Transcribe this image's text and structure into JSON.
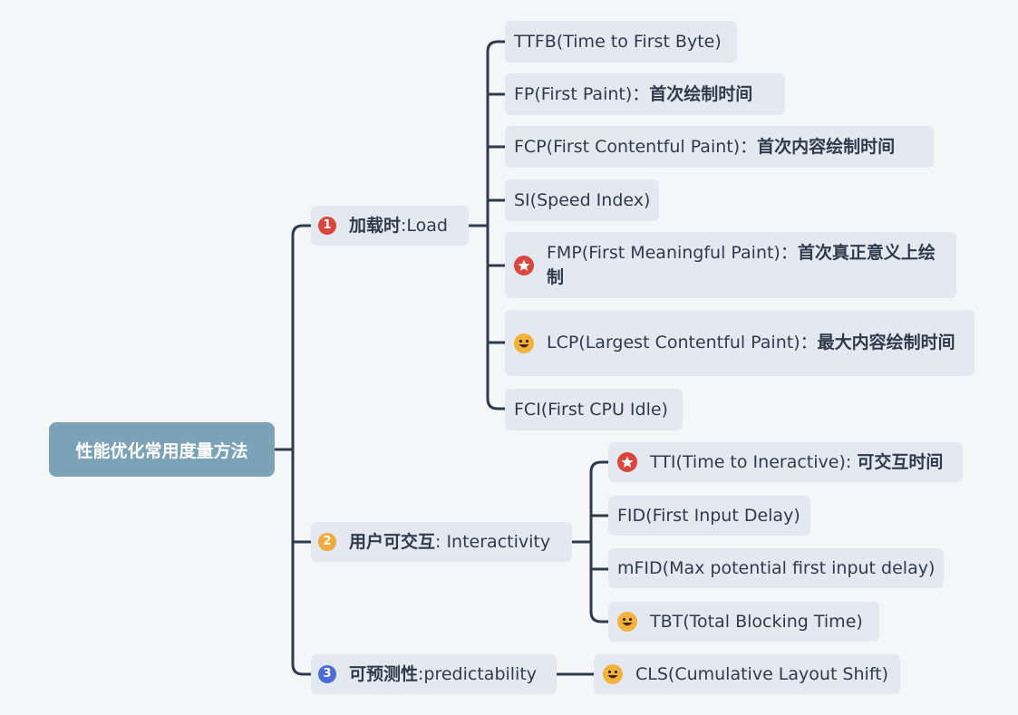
{
  "root": {
    "label": "性能优化常用度量方法"
  },
  "branches": [
    {
      "number": "1",
      "color": "#d9463c",
      "label": "加载时",
      "label_en": ":Load"
    },
    {
      "number": "2",
      "color": "#f0a93a",
      "label": "用户可交互",
      "label_en": ": Interactivity"
    },
    {
      "number": "3",
      "color": "#4b6bd6",
      "label": "可预测性",
      "label_en": ":predictability"
    }
  ],
  "load_items": [
    {
      "en": "TTFB(Time to First Byte)",
      "zh": "",
      "icon": ""
    },
    {
      "en": "FP(First Paint)：",
      "zh": "首次绘制时间",
      "icon": ""
    },
    {
      "en": "FCP(First Contentful Paint)：",
      "zh": "首次内容绘制时间",
      "icon": ""
    },
    {
      "en": "SI(Speed Index)",
      "zh": "",
      "icon": ""
    },
    {
      "en": "FMP(First Meaningful Paint)：",
      "zh": "首次真正意义上绘制",
      "icon": "star-icon"
    },
    {
      "en": "LCP(Largest Contentful Paint)：",
      "zh": "最大内容绘制时间",
      "icon": "smile-icon"
    },
    {
      "en": "FCI(First CPU Idle)",
      "zh": "",
      "icon": ""
    }
  ],
  "interactive_items": [
    {
      "en": "TTI(Time to Ineractive): ",
      "zh": "可交互时间",
      "icon": "star-icon"
    },
    {
      "en": "FID(First Input Delay)",
      "zh": "",
      "icon": ""
    },
    {
      "en": "mFID(Max potential first input delay)",
      "zh": "",
      "icon": ""
    },
    {
      "en": "TBT(Total Blocking Time)",
      "zh": "",
      "icon": "smile-icon"
    }
  ],
  "predict_items": [
    {
      "en": "CLS(Cumulative Layout Shift)",
      "zh": "",
      "icon": "smile-icon"
    }
  ],
  "colors": {
    "line": "#2f3b4c",
    "node_bg": "#e4e9f1",
    "root_bg": "#7ba2b6",
    "star": "#d9463c",
    "smile": "#f4b23a"
  }
}
